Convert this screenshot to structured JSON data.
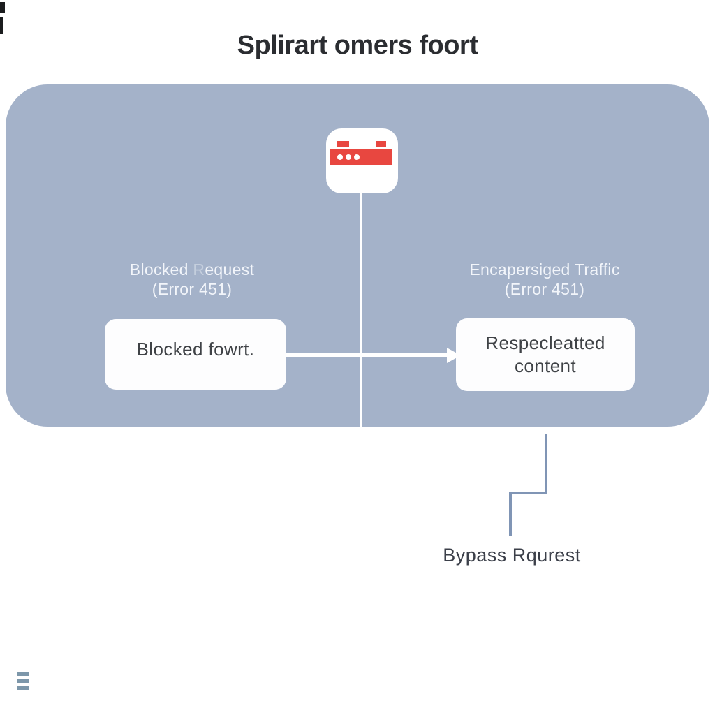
{
  "title": "Splirart omers foort",
  "panel": {
    "left_node": {
      "label_pre": "Blocked ",
      "label_ghost": "R",
      "label_post": "equest",
      "label_line2": "(Error 451)",
      "box_text": "Blocked fowrt."
    },
    "right_node": {
      "label_line1": "Encapersiged Traffic",
      "label_line2": "(Error 451)",
      "box_text": "Respecleatted content"
    }
  },
  "bypass": {
    "label": "Bypass Rqurest"
  },
  "icons": {
    "router": "router-icon",
    "menu": "hamburger-menu-icon"
  },
  "colors": {
    "panel_background": "#a4b2c9",
    "accent_red": "#e84740",
    "connector_line": "#8095b5",
    "title_text": "#2b2d31",
    "box_text": "#3f4246",
    "panel_label_text": "#f2f5fa",
    "menu_icon": "#7d97aa"
  }
}
